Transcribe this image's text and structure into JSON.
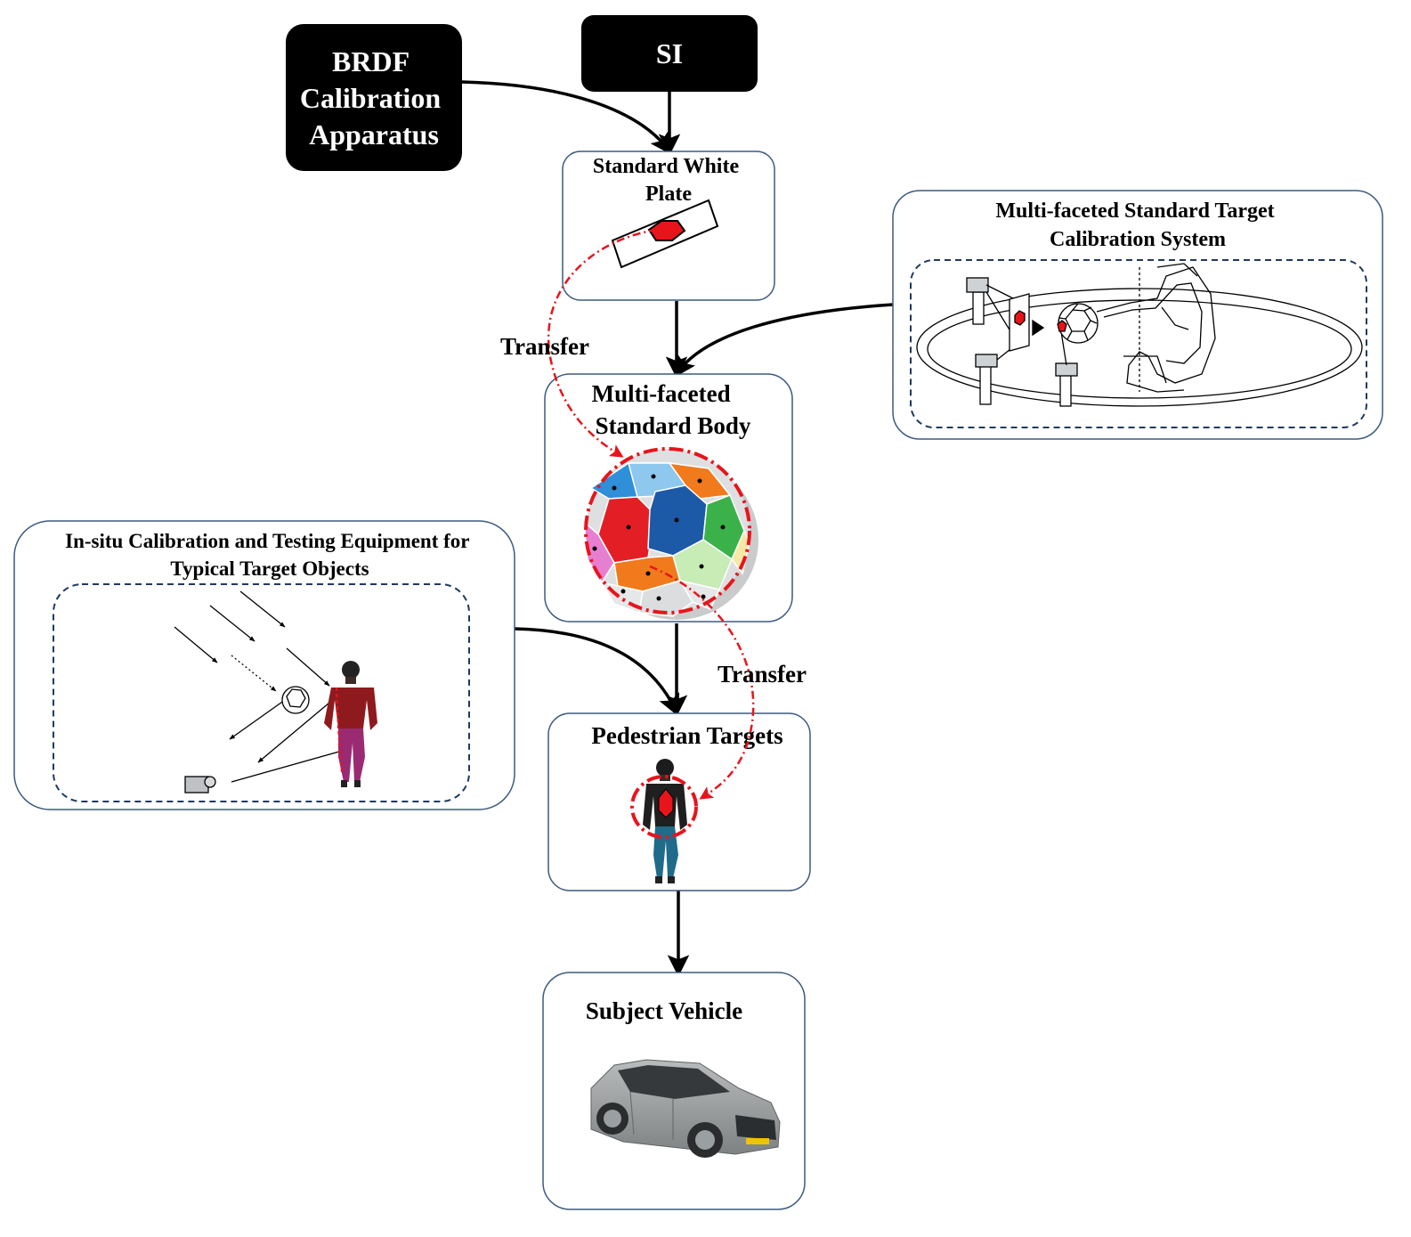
{
  "nodes": {
    "brdf": {
      "lines": [
        "BRDF",
        "Calibration",
        "Apparatus"
      ]
    },
    "si": {
      "label": "SI"
    },
    "white_plate": {
      "lines": [
        "Standard White",
        "Plate"
      ]
    },
    "multi_system": {
      "lines": [
        "Multi-faceted Standard Target",
        "Calibration System"
      ]
    },
    "standard_body": {
      "lines": [
        "Multi-faceted",
        "Standard Body"
      ]
    },
    "insitu": {
      "lines": [
        "In-situ Calibration and Testing Equipment for",
        "Typical Target Objects"
      ]
    },
    "pedestrian": {
      "label": "Pedestrian Targets"
    },
    "vehicle": {
      "label": "Subject Vehicle"
    }
  },
  "transfer_labels": [
    "Transfer",
    "Transfer"
  ],
  "colors": {
    "dark_box": "#000000",
    "highlight": "#e8141b",
    "dashed_border": "#1f3a5f",
    "box_border": "#3d5a80"
  }
}
